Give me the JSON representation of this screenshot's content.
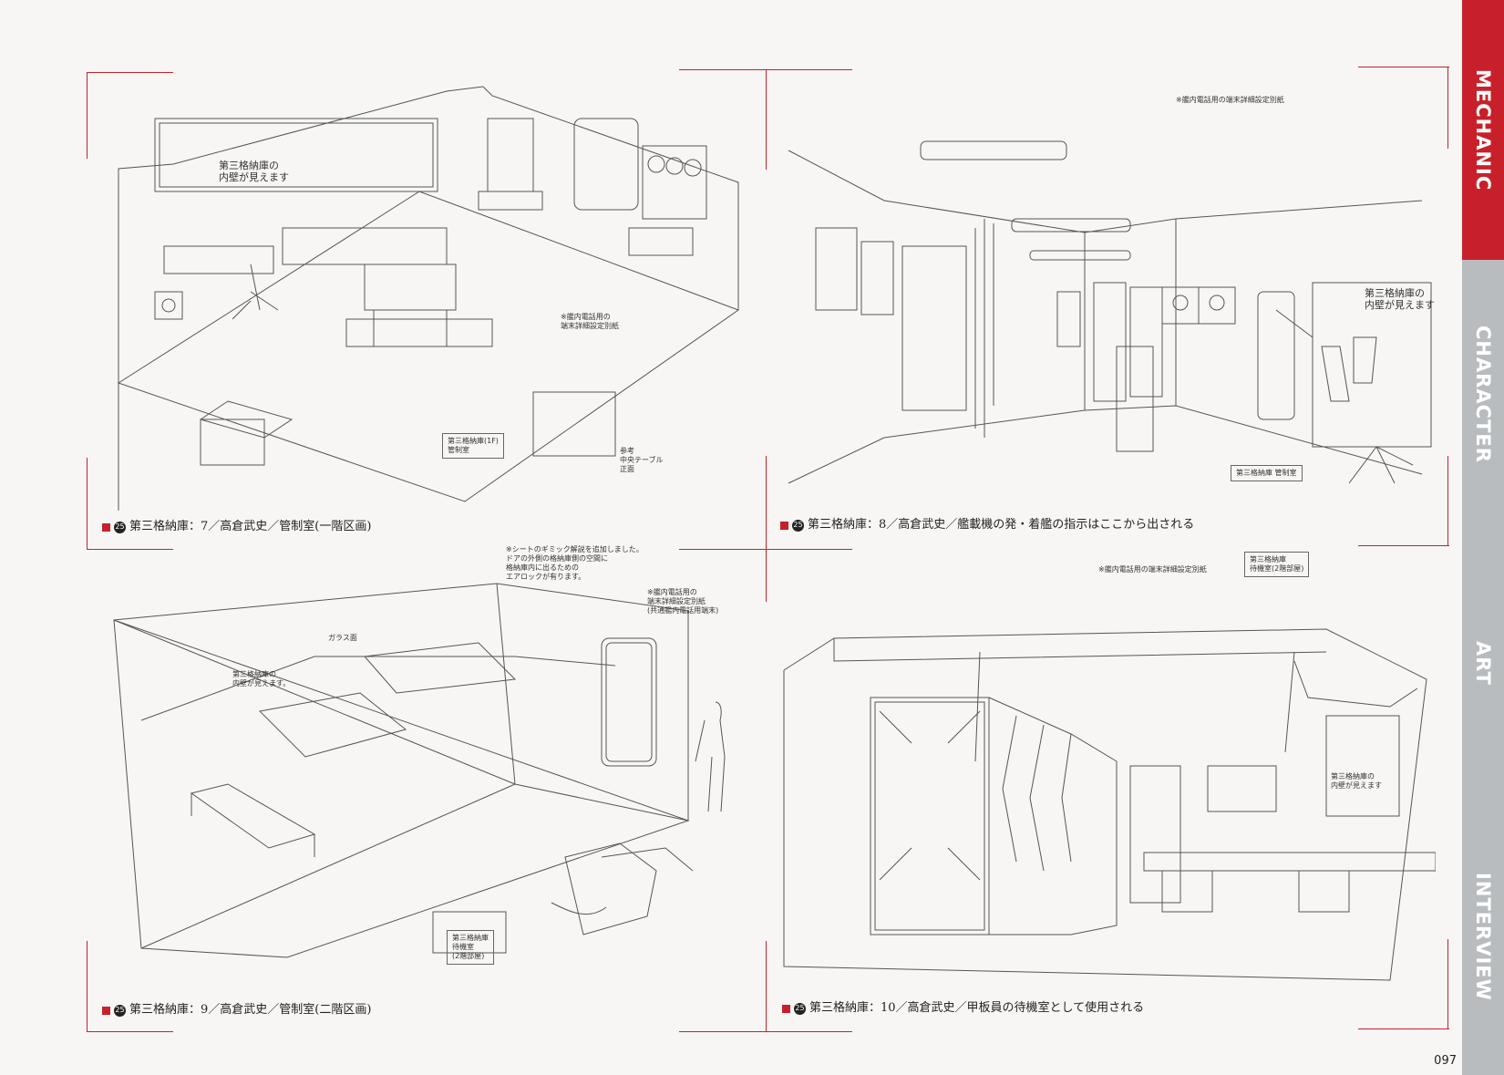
{
  "sidebar": {
    "tabs": [
      {
        "label": "MECHANIC",
        "active": true
      },
      {
        "label": "CHARACTER",
        "active": false
      },
      {
        "label": "ART",
        "active": false
      },
      {
        "label": "INTERVIEW",
        "active": false
      }
    ],
    "active_color": "#c8202a",
    "inactive_color": "#b8bcbf"
  },
  "page_number": "097",
  "panels": [
    {
      "caption_num": "25",
      "caption": "第三格納庫：7／高倉武史／管制室(一階区画)",
      "notes": [
        "第三格納庫の\n内壁が見えます",
        "※艦内電話用の\n端末詳細設定別紙",
        "第三格納庫(1F)\n管制室",
        "参考\n中央テーブル\n正面"
      ]
    },
    {
      "caption_num": "25",
      "caption": "第三格納庫：8／高倉武史／艦載機の発・着艦の指示はここから出される",
      "notes": [
        "※艦内電話用の端末詳細設定別紙",
        "第三格納庫の\n内壁が見えます",
        "第三格納庫 管制室"
      ]
    },
    {
      "caption_num": "25",
      "caption": "第三格納庫：9／高倉武史／管制室(二階区画)",
      "notes": [
        "※シートのギミック解説を追加しました。\nドアの外側の格納庫側の空間に\n格納庫内に出るための\nエアロックが有ります。",
        "※艦内電話用の\n端末詳細設定別紙\n(共通艦内電話用端末)",
        "第三格納庫の\n内壁が見えます。",
        "ガラス面",
        "第三格納庫\n待機室\n(2階部屋)"
      ]
    },
    {
      "caption_num": "25",
      "caption": "第三格納庫：10／高倉武史／甲板員の待機室として使用される",
      "notes": [
        "※艦内電話用の端末詳細設定別紙",
        "第三格納庫の\n内壁が見えます",
        "第三格納庫\n待機室(2階部屋)"
      ]
    }
  ]
}
